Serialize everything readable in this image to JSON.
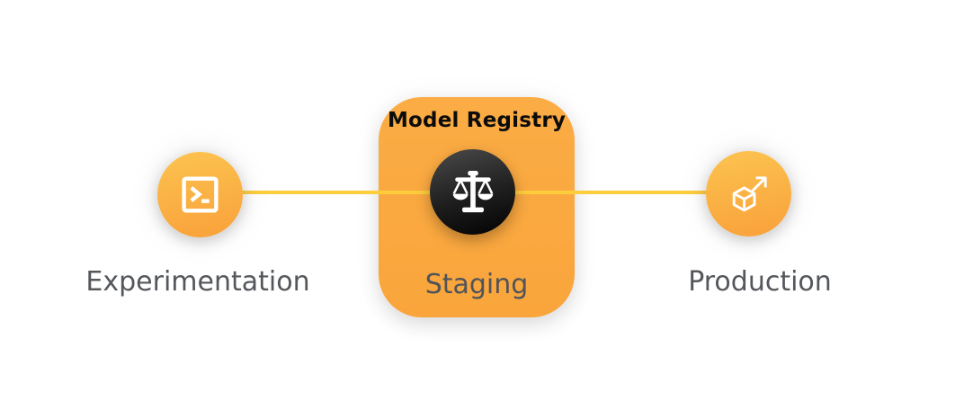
{
  "pipeline": {
    "registry_card": {
      "title": "Model Registry"
    },
    "stages": [
      {
        "label": "Experimentation",
        "icon": "terminal-icon"
      },
      {
        "label": "Staging",
        "icon": "balance-scale-icon"
      },
      {
        "label": "Production",
        "icon": "cube-arrow-icon"
      }
    ],
    "colors": {
      "background": "#FFFFFF",
      "connector_line": "#FDCD3C",
      "orange_node_top": "#FCC350",
      "orange_node_bottom": "#F9A43C",
      "card_top": "#FBAC44",
      "card_bottom": "#F9A53C",
      "dark_node_top": "#4A4A4A",
      "dark_node_bottom": "#020202",
      "icon_color": "#FFFFFF",
      "stage_label_text": "#54575B",
      "card_title_text": "#0C0C0C"
    }
  }
}
